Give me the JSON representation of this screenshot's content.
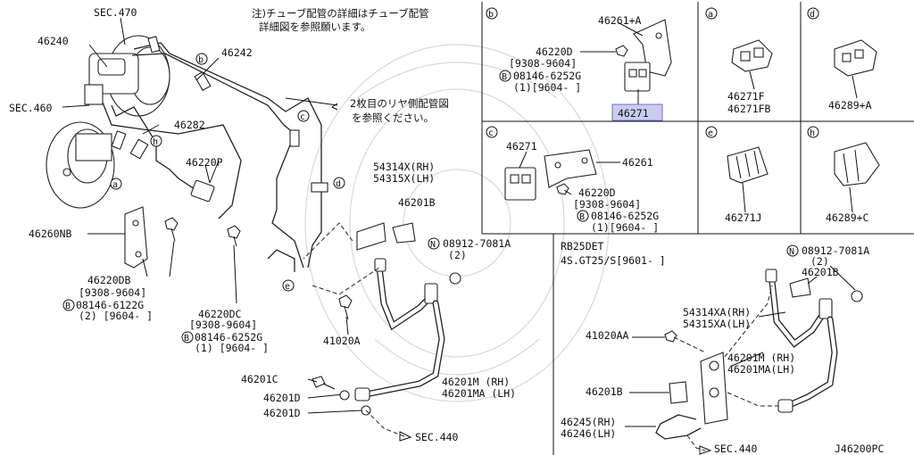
{
  "watermark": {},
  "top_note": {
    "line1": "注)チューブ配管の詳細はチューブ配管",
    "line2": "詳細図を参照願います。"
  },
  "rear_note": {
    "line1": "2枚目のリヤ側配管図",
    "line2": "を参照ください。"
  },
  "main_labels": {
    "sec470": "SEC.470",
    "p46240": "46240",
    "sec460": "SEC.460",
    "p46242": "46242",
    "p46282": "46282",
    "p46220P": "46220P",
    "p46260NB": "46260NB",
    "p46220DB": "46220DB",
    "p46220DB_date": "[9308-9604]",
    "p46220DB_bolt": "08146-6122G",
    "p46220DB_qty": "(2) [9604-      ]",
    "p46220DC": "46220DC",
    "p46220DC_date": "[9308-9604]",
    "p46220DC_bolt": "08146-6252G",
    "p46220DC_qty": "(1) [9604-      ]",
    "p54314X": "54314X(RH)",
    "p54315X": "54315X(LH)",
    "p46201B": "46201B",
    "nut": "08912-7081A",
    "nut_qty": "(2)",
    "p41020A": "41020A",
    "p46201C": "46201C",
    "p46201D_a": "46201D",
    "p46201D_b": "46201D",
    "p46201M": "46201M  (RH)",
    "p46201MA": "46201MA (LH)",
    "sec440": "SEC.440"
  },
  "detail_panels": {
    "b": {
      "letter": "b",
      "p46261A": "46261+A",
      "p46220D": "46220D",
      "date": "[9308-9604]",
      "bolt": "08146-6252G",
      "qty": "(1)[9604-      ]",
      "callout": "46271"
    },
    "a": {
      "letter": "a",
      "line1": "46271F",
      "line2": "46271FB"
    },
    "d": {
      "letter": "d",
      "line1": "46289+A"
    },
    "c": {
      "letter": "c",
      "p46271": "46271",
      "p46261": "46261",
      "p46220D": "46220D",
      "date": "[9308-9604]",
      "bolt": "08146-6252G",
      "qty": "(1)[9604-      ]"
    },
    "e": {
      "letter": "e",
      "line1": "46271J"
    },
    "h": {
      "letter": "h",
      "line1": "46289+C"
    }
  },
  "rb25_section": {
    "engine": "RB25DET",
    "model": "4S.GT25/S[9601-      ]",
    "nut": "08912-7081A",
    "nut_qty": "(2)",
    "p46201B_a": "46201B",
    "p54314XA": "54314XA(RH)",
    "p54315XA": "54315XA(LH)",
    "p41020AA": "41020AA",
    "p46201M": "46201M (RH)",
    "p46201MA": "46201MA(LH)",
    "p46201B_b": "46201B",
    "p46245": "46245(RH)",
    "p46246": "46246(LH)",
    "sec440": "SEC.440"
  },
  "circle_letters": {
    "N": "N",
    "B": "B",
    "a": "a",
    "b": "b",
    "c": "c",
    "d": "d",
    "e": "e",
    "h": "h"
  },
  "diagram_id": "J46200PC"
}
